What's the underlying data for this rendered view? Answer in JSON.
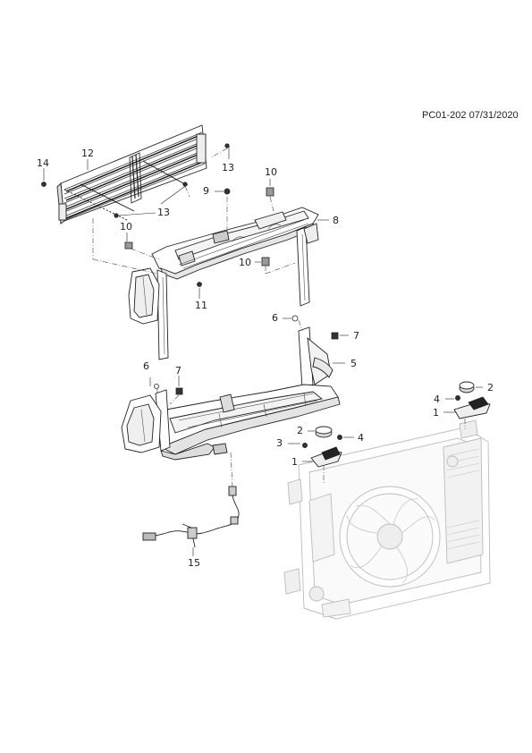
{
  "header": {
    "ref": "PC01-202 07/31/2020"
  },
  "callouts": {
    "c1a": "1",
    "c1b": "1",
    "c2a": "2",
    "c2b": "2",
    "c3": "3",
    "c4a": "4",
    "c4b": "4",
    "c5": "5",
    "c6a": "6",
    "c6b": "6",
    "c7a": "7",
    "c7b": "7",
    "c8": "8",
    "c9": "9",
    "c10a": "10",
    "c10b": "10",
    "c10c": "10",
    "c11": "11",
    "c12": "12",
    "c13a": "13",
    "c13b": "13",
    "c14": "14",
    "c15": "15"
  }
}
